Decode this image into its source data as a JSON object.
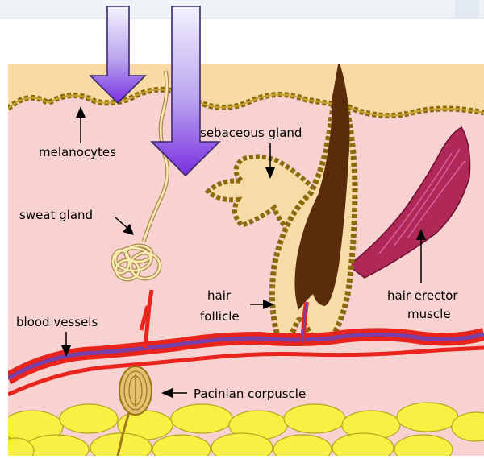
{
  "diagram": {
    "labels": {
      "melanocytes": "melanocytes",
      "sebaceous_gland": "sebaceous gland",
      "sweat_gland": "sweat gland",
      "hair_follicle_line1": "hair",
      "hair_follicle_line2": "follicle",
      "hair_erector_line1": "hair erector",
      "hair_erector_line2": "muscle",
      "blood_vessels": "blood vessels",
      "pacinian_corpuscle": "Pacinian corpuscle"
    },
    "colors": {
      "epidermis": "#f9d9a4",
      "dermis": "#f7d2d0",
      "fat": "#f8f043",
      "hair": "#5a2c0c",
      "gland": "#f8dca8",
      "gland_border": "#a87a10",
      "muscle": "#b02858",
      "vessel_red": "#e8241c",
      "vessel_blue": "#7840a8",
      "arrow_fill": "#b08ee8"
    },
    "icons": [
      "down-arrow-icon"
    ]
  }
}
